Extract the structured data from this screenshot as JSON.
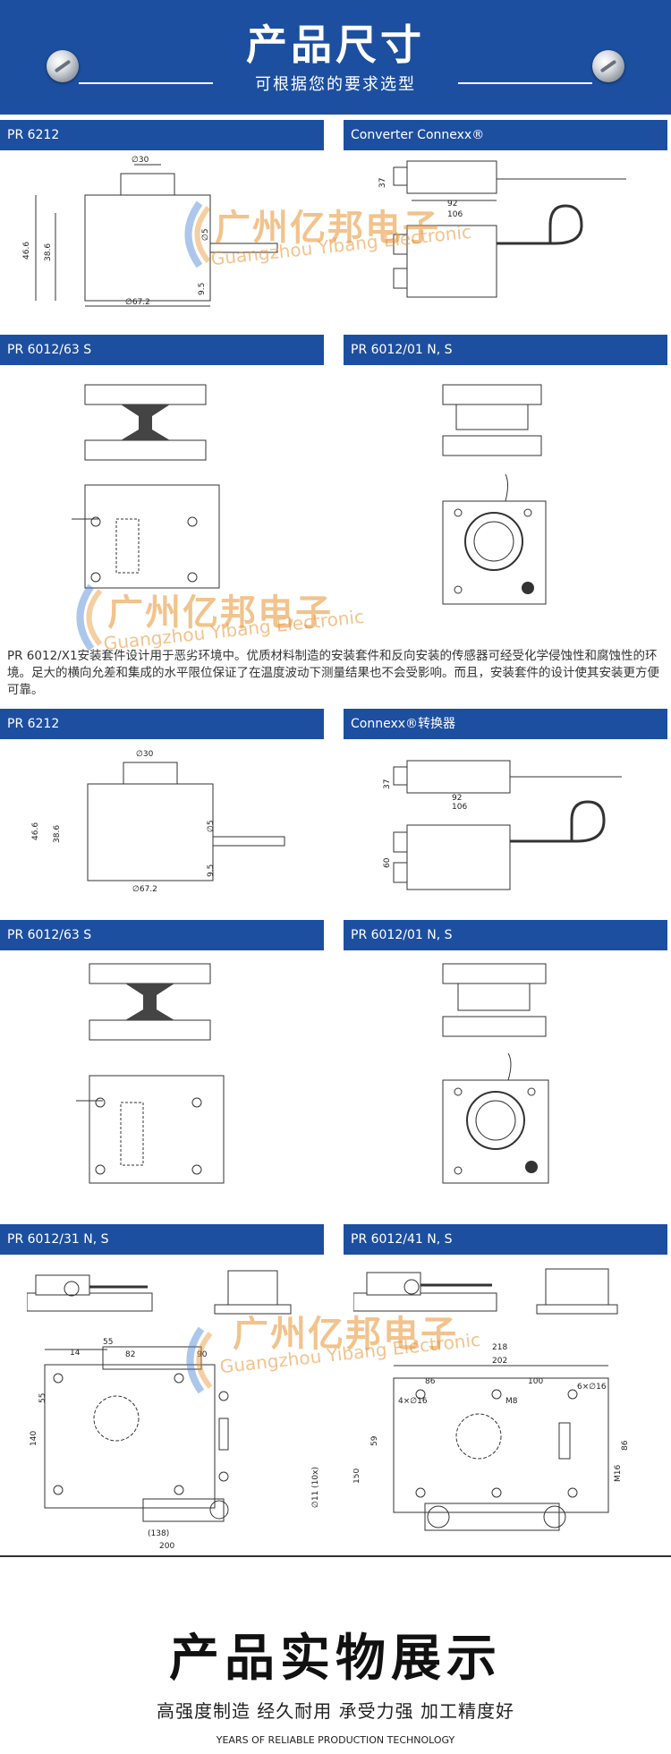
{
  "header": {
    "title": "产品尺寸",
    "subtitle": "可根据您的要求选型"
  },
  "sections_top": {
    "pr6212": "PR 6212",
    "converter": "Converter Connexx®",
    "pr6012_63": "PR 6012/63 S",
    "pr6012_01": "PR 6012/01 N, S"
  },
  "sections_mid": {
    "pr6212": "PR 6212",
    "converter": "Connexx®转换器",
    "pr6012_63": "PR 6012/63 S",
    "pr6012_01": "PR 6012/01 N, S",
    "pr6012_31": "PR 6012/31 N, S",
    "pr6012_41": "PR 6012/41 N, S"
  },
  "paragraph": "PR 6012/X1安装套件设计用于恶劣环境中。优质材料制造的安装套件和反向安装的传感器可经受化学侵蚀性和腐蚀性的环境。足大的横向允差和集成的水平限位保证了在温度波动下测量结果也不会受影响。而且，安装套件的设计使其安装更方便可靠。",
  "dims": {
    "d30": "∅30",
    "d46_6": "46.6",
    "d38_6": "38.6",
    "d67_2": "∅67.2",
    "d5": "∅5",
    "d9_5": "9.5",
    "c37": "37",
    "c92": "92",
    "c106": "106",
    "c60": "60",
    "s55": "55",
    "s14": "14",
    "s82": "82",
    "s90": "90",
    "s140": "140",
    "s138": "(138)",
    "s200": "200",
    "s11x": "∅11 (10x)",
    "s41_218": "218",
    "s41_202": "202",
    "s41_86": "86",
    "s41_100": "100",
    "s41_4x16": "4×∅16",
    "s41_m8": "M8",
    "s41_6x16": "6×∅16",
    "s41_59": "59",
    "s41_150": "150",
    "s41_86b": "86",
    "s41_m16": "M16"
  },
  "watermark": {
    "cn": "广州亿邦电子",
    "en": "Guangzhou Yibang Electronic"
  },
  "display": {
    "title": "产品实物展示",
    "subtitle": "高强度制造 经久耐用 承受力强 加工精度好",
    "english": "YEARS OF RELIABLE PRODUCTION TECHNOLOGY"
  }
}
